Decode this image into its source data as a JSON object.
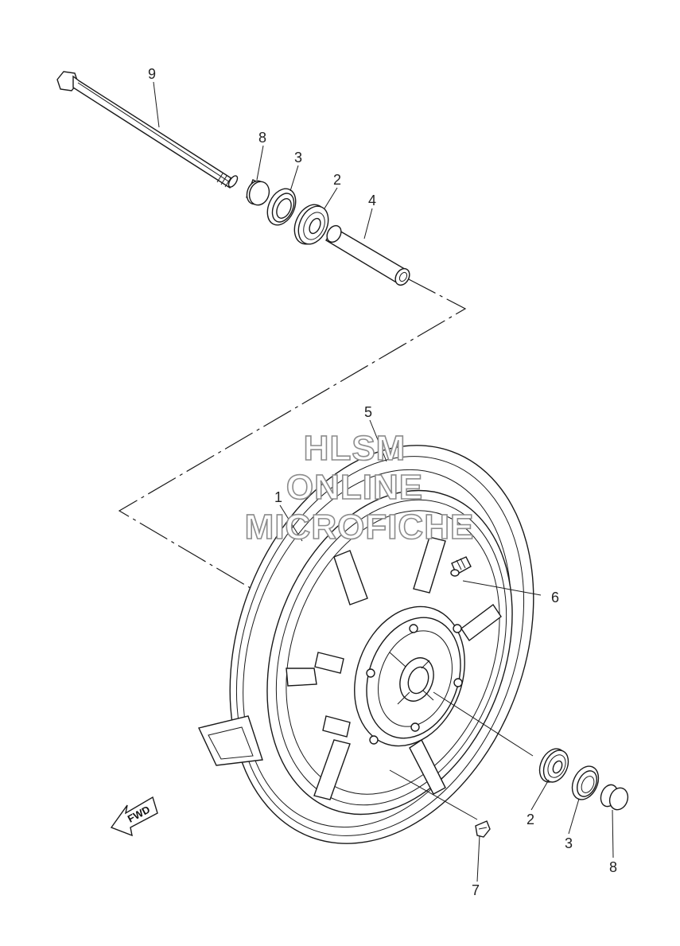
{
  "callouts": {
    "c9": "9",
    "c8_top": "8",
    "c3_top": "3",
    "c2_top": "2",
    "c4": "4",
    "c5": "5",
    "c1": "1",
    "c6": "6",
    "c2_bot": "2",
    "c3_bot": "3",
    "c8_bot": "8",
    "c7": "7"
  },
  "watermark": {
    "line1": "HLSM",
    "line2": "ONLINE",
    "line3": "MICROFICHE"
  },
  "direction_label": "FWD"
}
